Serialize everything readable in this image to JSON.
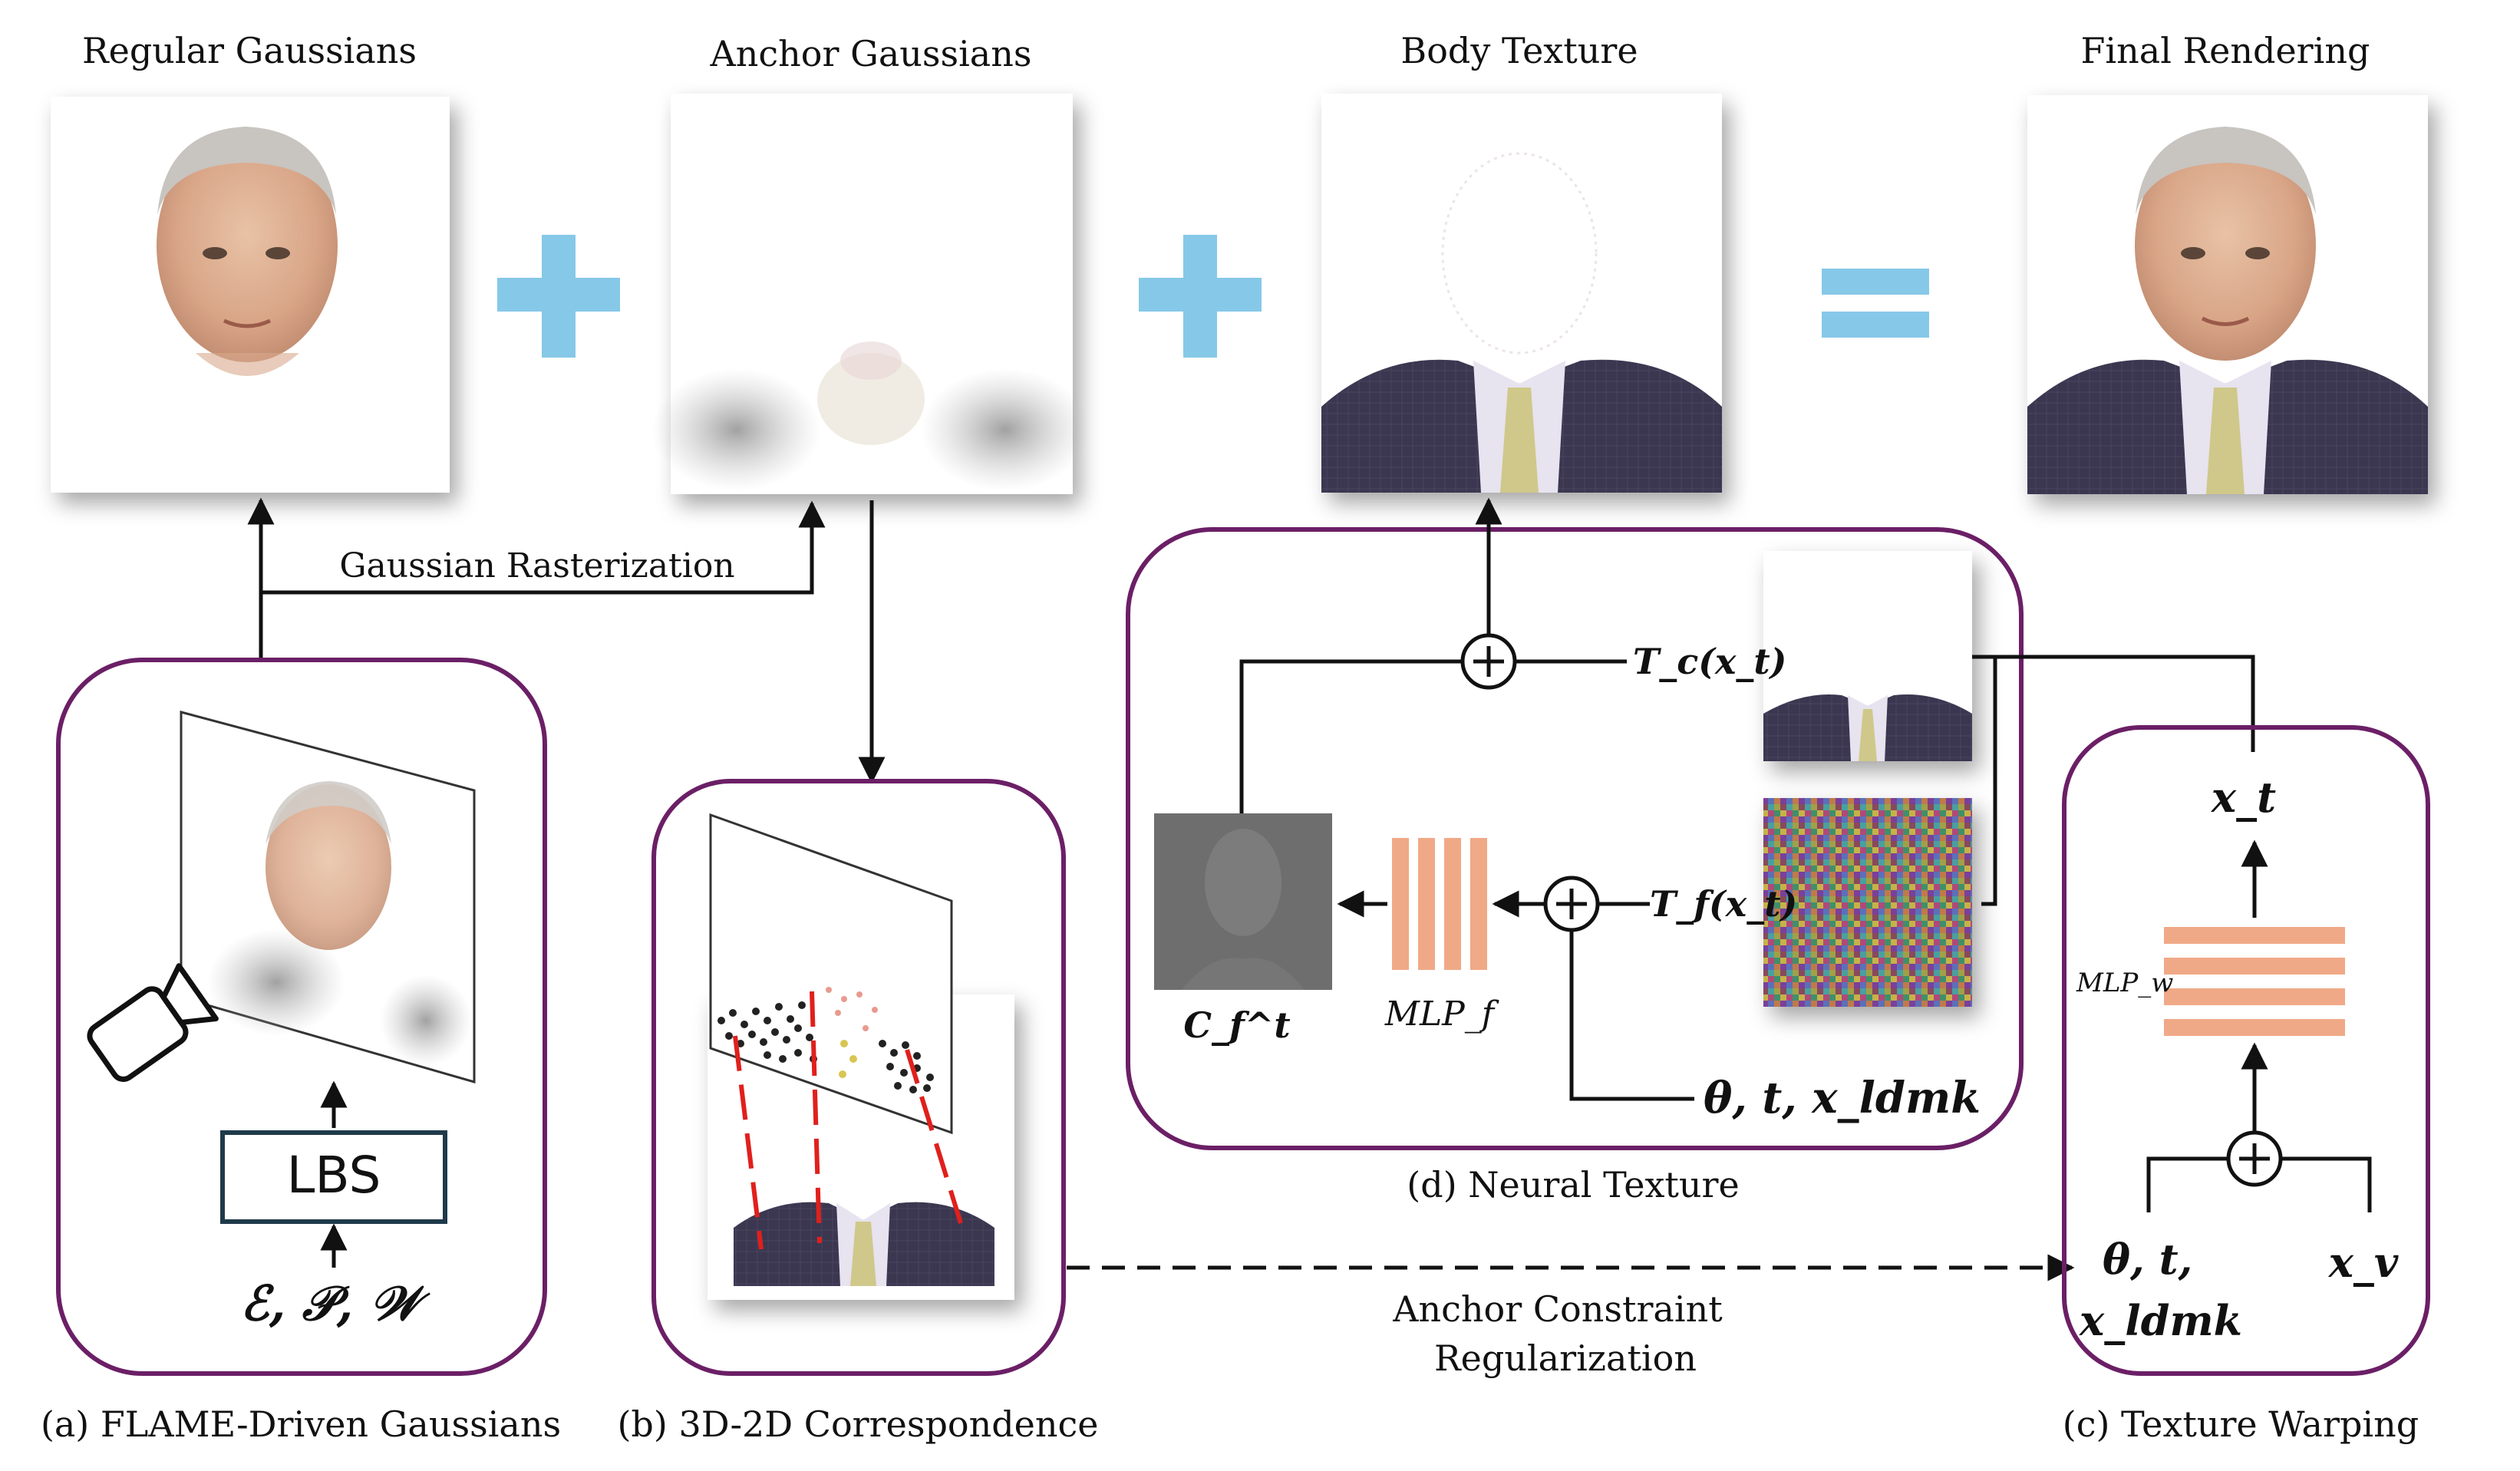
{
  "titles": {
    "regular": "Regular Gaussians",
    "anchor": "Anchor Gaussians",
    "body": "Body Texture",
    "final": "Final Rendering"
  },
  "labels": {
    "rasterization": "Gaussian Rasterization",
    "lbs": "LBS",
    "flame_inputs": "ℰ, 𝒫, 𝒲",
    "tc": "T_c(x_t)",
    "tf": "T_f(x_t)",
    "cf": "C_f^t",
    "mlpf": "MLP_f",
    "mlpw": "MLP_w",
    "theta_t_xldmk": "θ, t, x_ldmk",
    "xt": "x_t",
    "xv": "x_v",
    "warp_inputs_line1": "θ, t,",
    "warp_inputs_line2": "x_ldmk",
    "anchor_constraint_1": "Anchor Constraint",
    "anchor_constraint_2": "Regularization"
  },
  "captions": {
    "a": "(a) FLAME-Driven Gaussians",
    "b": "(b) 3D-2D Correspondence",
    "d": "(d) Neural Texture",
    "c": "(c) Texture Warping"
  },
  "operators": {
    "plus1": "+",
    "plus2": "+",
    "equals": "="
  },
  "colors": {
    "panel_border": "#6b1f66",
    "operator_blue": "#86c8e8",
    "mlp_orange": "#f0a987",
    "line": "#111111",
    "red_dash": "#e0201c",
    "lbs_border": "#1f3a4a"
  }
}
